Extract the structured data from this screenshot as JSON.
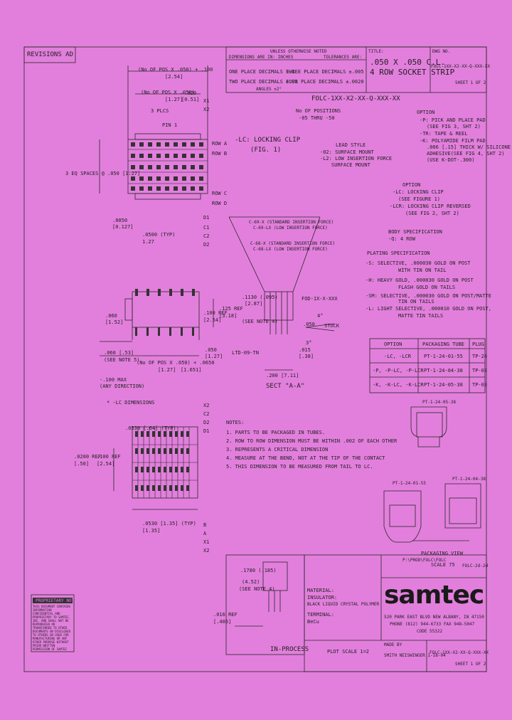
{
  "title_block": {
    "revisions_label": "REVISIONS AD",
    "unless_specified": "UNLESS OTHERWISE NOTED",
    "dimension_units": "DIMENSIONS ARE IN: INCHES",
    "tolerances": "TOLERANCES ARE:",
    "one_place": "ONE PLACE DECIMALS ±.1",
    "two_place": "TWO PLACE DECIMALS ±.01",
    "three_place": "THREE PLACE DECIMALS ±.005",
    "four_place": "FOUR PLACE DECIMALS ±.0020",
    "angles": "ANGLES ±2°",
    "title_label": "TITLE:",
    "title_line1": ".050 X .050 C.L.",
    "title_line2": "4 ROW SOCKET STRIP",
    "dwg_label": "DWG NO.",
    "dwg_number": "FOLC-1XX-X2-XX-Q-XXX-XX",
    "sheet": "SHEET 1 OF 2"
  },
  "part_number": {
    "code": "FOLC-1XX-X2-XX-Q-XXX-XX",
    "positions_title": "No OF POSITIONS",
    "positions_range": "-05 THRU -50",
    "lead_style_title": "LEAD STYLE",
    "lead_style_1": "-02: SURFACE MOUNT",
    "lead_style_2": "-L2: LOW INSERTION FORCE",
    "lead_style_3": "SURFACE MOUNT",
    "option_title": "OPTION",
    "option_1": "-P: PICK AND PLACE PAD",
    "option_2": "(SEE FIG 3, SHT 2)",
    "option_3": "-TR: TAPE & REEL",
    "option_4": "-K: POLYAMIDE FILM PAD",
    ".option_5": "",
    "option_5": ".006 [.15] THICK W/ SILICONE",
    "option_6": "ADHESIVE(SEE FIG 4, SHT 2)",
    "option_7": "(USE K-DOT-.300)",
    "option2_title": "OPTION",
    "option2_1": "-LC: LOCKING CLIP",
    "option2_2": "(SEE FIGURE 1)",
    "option2_3": "-LCR: LOCKING CLIP REVERSED",
    "option2_4": "(SEE FIG 2, SHT 2)",
    "body_spec_title": "BODY SPECIFICATION",
    "body_spec_1": "-Q: 4 ROW",
    "plating_title": "PLATING SPECIFICATION",
    "plating_1": "-S: SELECTIVE, .000030 GOLD ON POST",
    "plating_2": "WITH TIN ON TAIL",
    "plating_3": "-H: HEAVY GOLD, .000030 GOLD ON POST",
    "plating_4": "FLASH GOLD ON TAILS",
    "plating_5": "-SM: SELECTIVE, .000030 GOLD ON POST/MATTE",
    "plating_6": "TIN ON TAILS",
    "plating_7": "-L: LIGHT SELECTIVE, .000010 GOLD ON POST,",
    "plating_8": "MATTE TIN TAILS"
  },
  "locking_clip_label": "-LC: LOCKING CLIP",
  "locking_clip_fig": "(FIG. 1)",
  "top_view": {
    "dim1": "(No OF POS X .050) + .100",
    "dim1b": "[2.54]",
    "dim2": "(No OF POS X .050)",
    "dim2b": "[1.27]",
    "dim3": "3 PLCS",
    "dim4": "-.020",
    "dim4b": "[0.51]",
    "spaces": "3 EQ SPACES @ .050 [1.27]",
    "dim5": ".0050",
    "dim5b": "[0.127]",
    "dim6": ".0500 (TYP)",
    "dim6b": "1.27",
    "pin1": "PIN 1",
    "rows": [
      "ROW A",
      "ROW B",
      "ROW C",
      "ROW D"
    ],
    "callouts": [
      "X1",
      "X2",
      "D1",
      "C1",
      "C2",
      "D2"
    ]
  },
  "side_view": {
    "dim_a": ".100 REF",
    "dim_a2": "[2.54]",
    "dim_b": ".125 REF",
    "dim_b2": "[3.18]",
    "dim_c": ".060 [.53]",
    "dim_c2": "(SEE NOTE 5)",
    "dim_d": "(No OF POS X .050) + .0650",
    "dim_d2": "[1.27]",
    "dim_d3": "[1.651]",
    "dim_e": "-.100 MAX",
    "dim_e2": "(ANY DIRECTION)",
    "dim_f": ".050",
    "dim_f2": "[1.27]",
    "dim_g": ".060",
    "dim_g2": "[1.52]",
    "lc_dims": "* -LC DIMENSIONS"
  },
  "section": {
    "label1": "C-69-X (STANDARD INSERTION FORCE)",
    "label2": "C-69-LX (LOW INSERTION FORCE)",
    "label3": "C-68-X (STANDARD INSERTION FORCE)",
    "label4": "C-68-LX (LOW INSERTION FORCE)",
    "fod": "FOD-1X-X-XXX",
    "ltd": "LTD-09-TN",
    "d1": ".1130 (.095)",
    "d1b": "[2.87]",
    "d1c": "(SEE NOTE 4)",
    "d2": ".015",
    "d2b": "[.38]",
    "d3": "3°",
    "d4": ".200 [7.11]",
    "d5": "4°",
    "d6": ".050",
    "stock": "STOCK",
    "title": "SECT \"A-A\""
  },
  "packaging_table": {
    "headers": [
      "OPTION",
      "PACKAGING TUBE",
      "PLUG"
    ],
    "rows": [
      [
        "-LC, -LCR",
        "PT-1-24-01-55",
        "TP-24"
      ],
      [
        "-P, -P-LC, -P-LCR",
        "PT-1-24-04-38",
        "TP-03"
      ],
      [
        "-K, -K-LC, -K-LCR",
        "PT-1-24-05-38",
        "TP-03"
      ]
    ]
  },
  "packaging_view": {
    "tube1": "PT-1-24-05-38",
    "tube2": "PT-1-24-04-38",
    "tube3": "PT-1-24-01-55",
    "title": "PACKAGING VIEW",
    "scale": "SCALE 75"
  },
  "notes": {
    "title": "NOTES:",
    "n1": "1. PARTS TO BE PACKAGED IN TUBES.",
    "n2": "2. ROW TO ROW DIMENSION MUST BE WITHIN .002 OF EACH OTHER",
    "n3": "3. REPRESENTS A CRITICAL DIMENSION",
    "n4": "4. MEASURE AT THE BEND, NOT AT THE TIP OF THE CONTACT",
    "n5": "5. THIS DIMENSION TO BE MEASURED FROM TAIL TO LC."
  },
  "bottom_view": {
    "dim1": ".0530 [.64] (TYP)",
    "dim2": ".0200 REF",
    "dim2b": "[.50]",
    "dim3": ".100 REF",
    "dim3b": "[2.54]",
    "dim4": ".0530 [1.35] (TYP)",
    "dim4b": "[1.35]",
    "callouts": [
      "X2",
      "C2",
      "D2",
      "D1",
      "B",
      "A",
      "X1",
      "X2"
    ]
  },
  "lower_detail": {
    "d1": ".1780 (.185)",
    "d1b": "(4.52)",
    "d1c": "(SEE NOTE 4)",
    "d2": ".016 REF",
    "d2b": "[.406]"
  },
  "material": {
    "title": "MATERIAL:",
    "insulator": "INSULATOR:",
    "insulator_val": "BLACK LIQUID CRYSTAL POLYMER",
    "terminal": "TERMINAL:",
    "terminal_val": "BeCu"
  },
  "proprietary": {
    "title": "PROPRIETARY NOTE",
    "body": "THIS DOCUMENT CONTAINS INFORMATION CONFIDENTIAL AND PROPRIETARY TO SAMTEC, INC. AND SHALL NOT BE REPRODUCED OR TRANSFERRED TO OTHER DOCUMENTS OR DISCLOSED TO OTHERS OR USED FOR MANUFACTURING OR ANY OTHER PURPOSE WITHOUT PRIOR WRITTEN PERMISSION OF SAMTEC INCORPORATED."
  },
  "in_process": "IN-PROCESS",
  "plot_scale": "PLOT SCALE 1=2",
  "company": {
    "name": "samtec",
    "address1": "520 PARK EAST BLVD  NEW ALBANY, IN  47150",
    "address2": "PHONE (812) 944-6733  FAX  948-5047",
    "code": "CODE 55322",
    "filename": "P:\\PROD\\FOLC\\FOLC",
    "date_box": "FOLC-2d-2d"
  },
  "footer": {
    "made_by": "MADE BY",
    "drawn": "SMITH NEISWINGER 1-18-04",
    "dwg": "FOLC-1XX-X2-XX-Q-XXX-XX",
    "sheet": "SHEET 1 OF 2"
  }
}
